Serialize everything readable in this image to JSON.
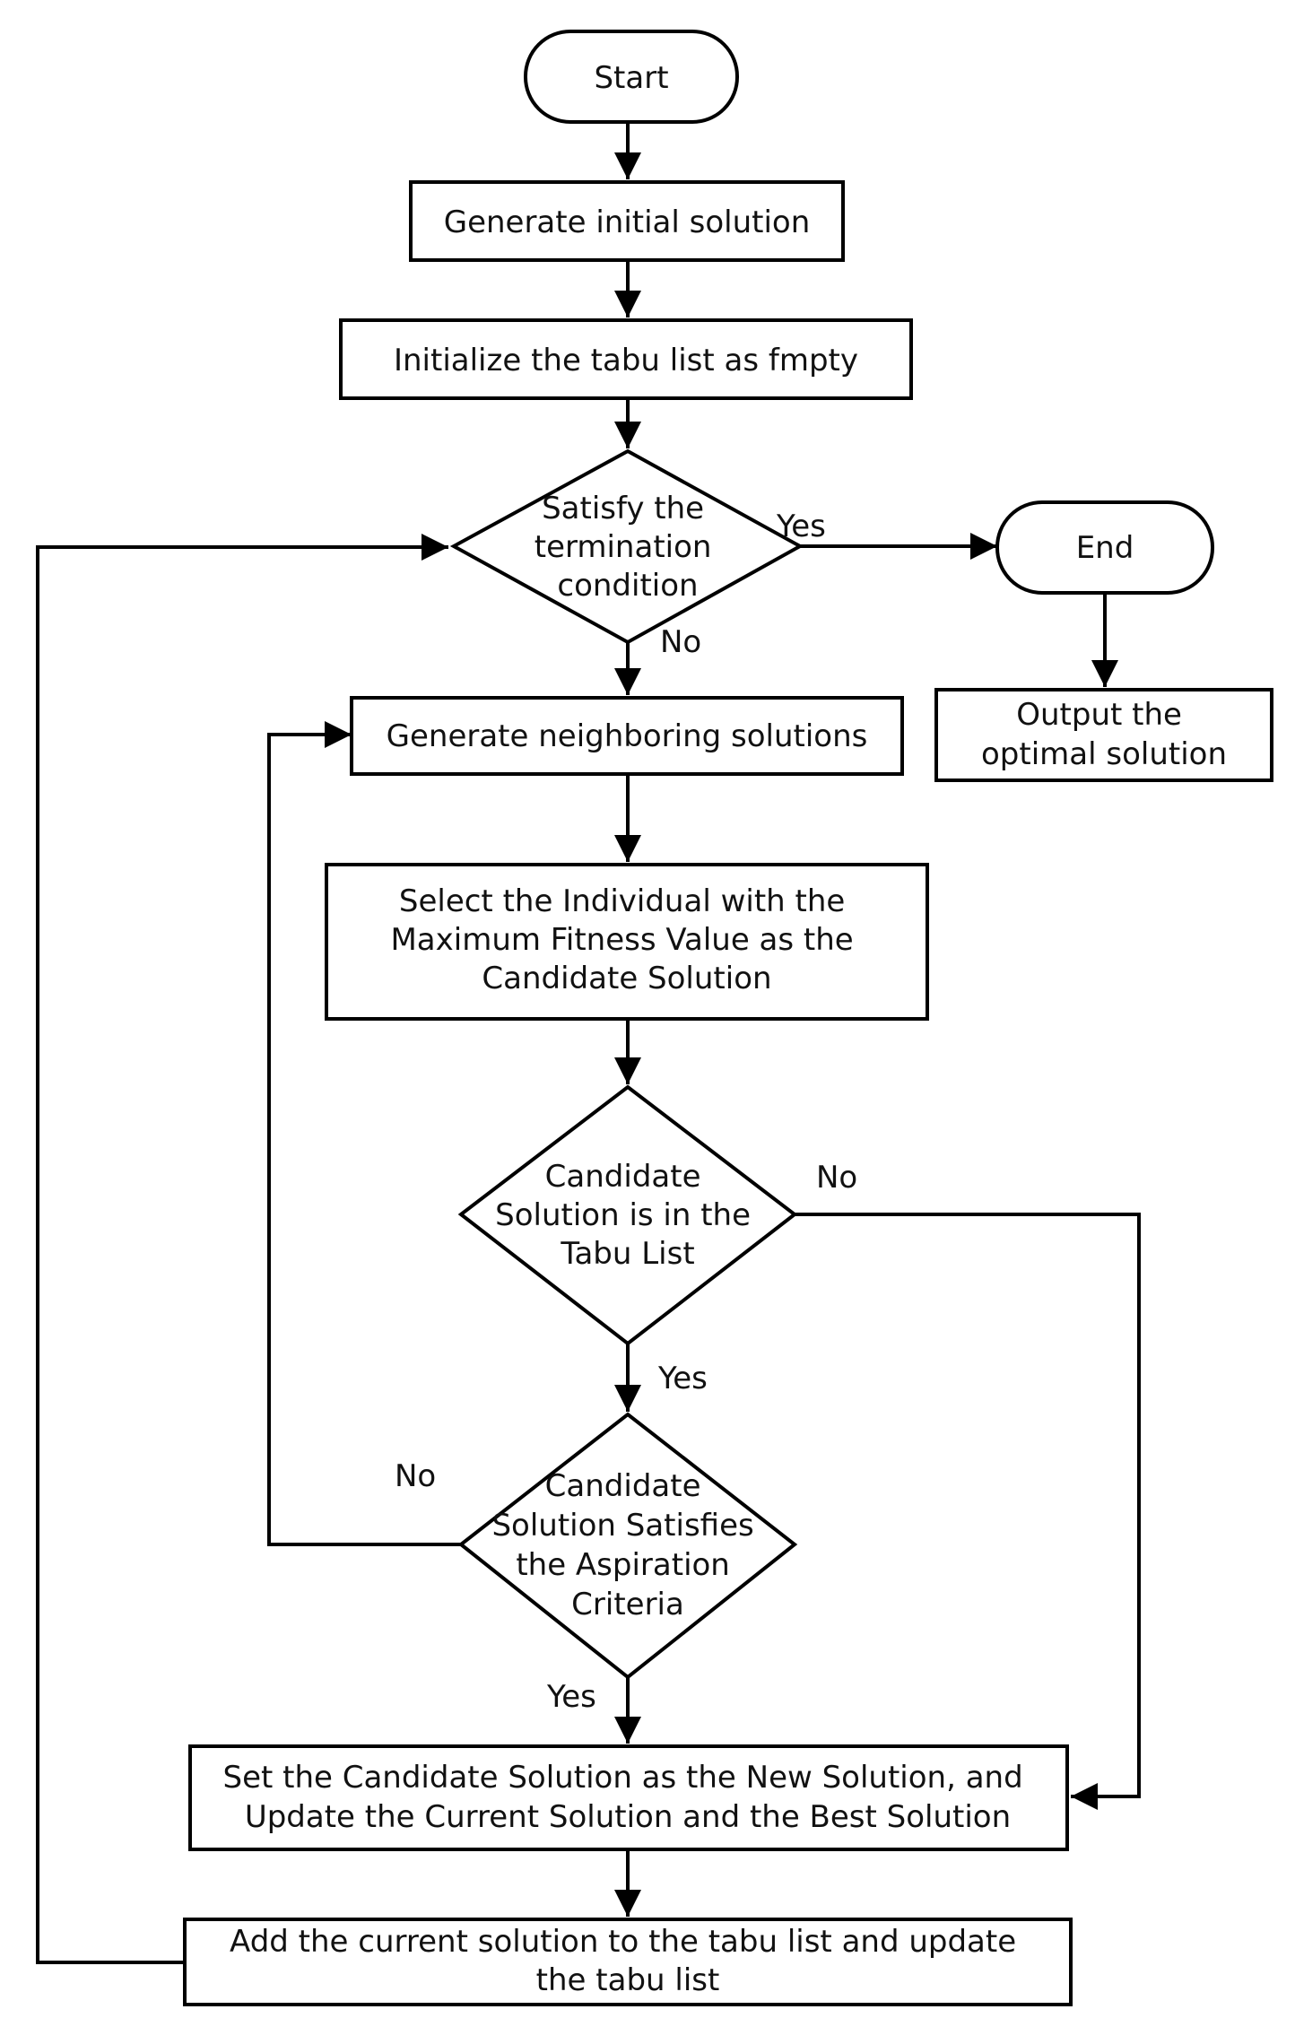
{
  "nodes": {
    "start": "Start",
    "init_solution": "Generate initial solution",
    "init_tabu": "Initialize the tabu list as fmpty",
    "termination": [
      "Satisfy the",
      "termination",
      "condition"
    ],
    "end": "End",
    "output": [
      "Output the",
      "optimal solution"
    ],
    "neighbors": "Generate neighboring solutions",
    "select": [
      "Select the Individual with the",
      "Maximum Fitness Value as the",
      "Candidate Solution"
    ],
    "in_tabu": [
      "Candidate",
      "Solution is in the",
      "Tabu List"
    ],
    "aspiration": [
      "Candidate",
      "Solution Satisfies",
      "the Aspiration",
      "Criteria"
    ],
    "set_new": [
      "Set the Candidate Solution as the New Solution, and",
      "Update the Current Solution and the Best Solution"
    ],
    "add_tabu": [
      "Add the current solution to the tabu list and update",
      "the tabu list"
    ]
  },
  "edge_labels": {
    "termination_yes": "Yes",
    "termination_no": "No",
    "in_tabu_no": "No",
    "in_tabu_yes": "Yes",
    "aspiration_no": "No",
    "aspiration_yes": "Yes"
  }
}
